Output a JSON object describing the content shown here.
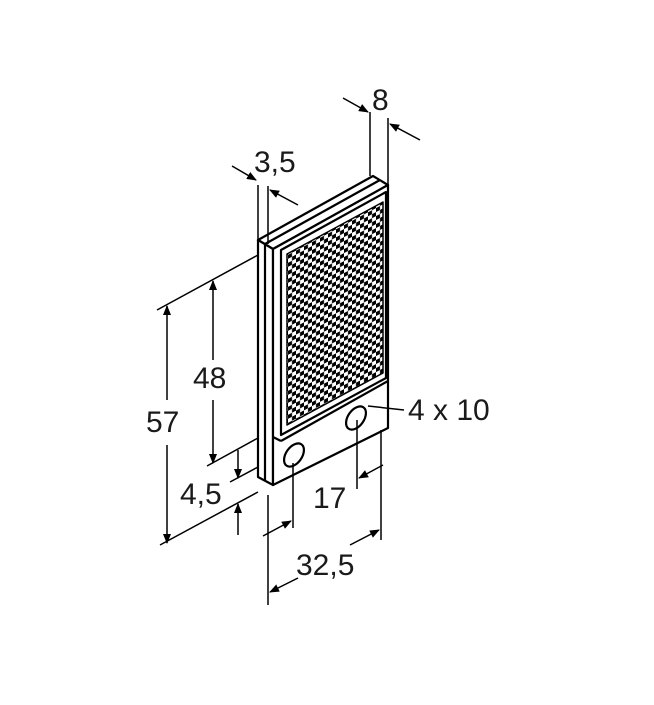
{
  "drawing": {
    "title": "Reflector dimensional drawing",
    "units": "mm",
    "line_color": "#000000",
    "background": "#ffffff"
  },
  "dimensions": {
    "depth_total": "8",
    "front_plate_thickness": "3,5",
    "height_reflector": "48",
    "height_total": "57",
    "tab_offset": "4,5",
    "hole_spacing": "17",
    "width_total": "32,5",
    "slot_size": "4 x 10"
  }
}
